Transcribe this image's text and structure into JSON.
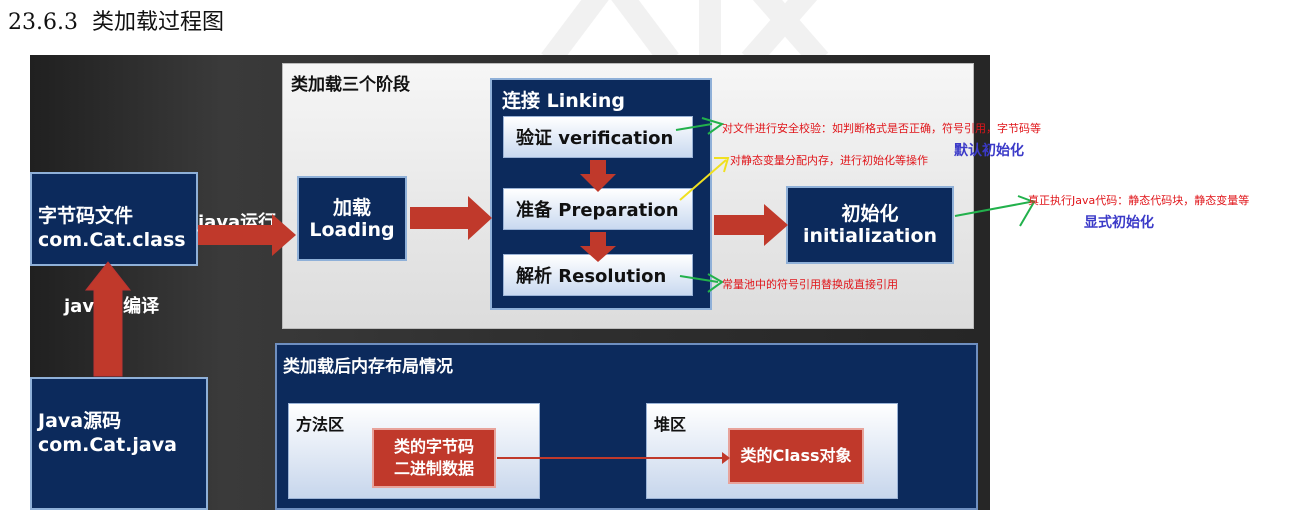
{
  "heading": {
    "number": "23.6.3",
    "title": "类加载过程图"
  },
  "left": {
    "bytecode_box": "字节码文件\ncom.Cat.class",
    "java_run_label": "java运行",
    "javac_label": "javac 编译",
    "source_box": "Java源码\ncom.Cat.java"
  },
  "phases_panel": {
    "title": "类加载三个阶段",
    "loading_box": "加载\nLoading",
    "linking": {
      "title": "连接 Linking",
      "verification": "验证 verification",
      "preparation": "准备 Preparation",
      "resolution": "解析 Resolution"
    },
    "initialization_box": "初始化\ninitialization"
  },
  "annotations": {
    "verification_note": "对文件进行安全校验：如判断格式是否正确，符号引用，字节码等",
    "preparation_note": "对静态变量分配内存，进行初始化等操作",
    "default_init": "默认初始化",
    "resolution_note": "常量池中的符号引用替换成直接引用",
    "init_note": "真正执行Java代码：静态代码块，静态变量等",
    "explicit_init": "显式初始化"
  },
  "memory_panel": {
    "title": "类加载后内存布局情况",
    "method_area": "方法区",
    "class_bytecode": "类的字节码\n二进制数据",
    "heap": "堆区",
    "class_object": "类的Class对象"
  },
  "colors": {
    "navy": "#0c2a5c",
    "arrow_red": "#c0392b",
    "note_red": "#e0151a",
    "note_blue": "#3b3ac8",
    "green_arrow": "#22b14c",
    "yellow_arrow": "#f0e020"
  }
}
